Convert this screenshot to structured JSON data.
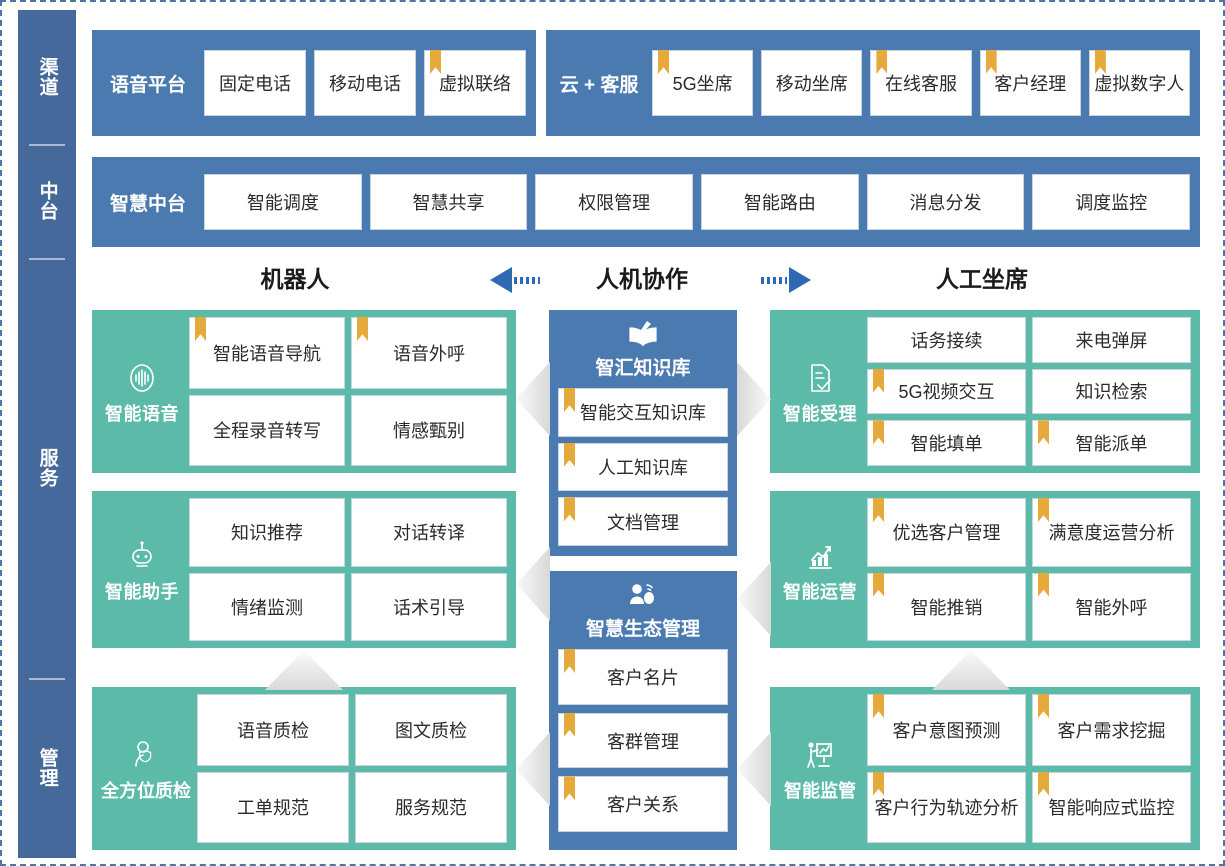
{
  "sidebar": {
    "sections": [
      {
        "label": "渠道",
        "name": "channel"
      },
      {
        "label": "中台",
        "name": "middle-platform"
      },
      {
        "label": "服务",
        "name": "service"
      },
      {
        "label": "管理",
        "name": "management"
      }
    ]
  },
  "bands": [
    {
      "id": "voice-platform",
      "title": "语音平台",
      "cells": [
        {
          "label": "固定电话",
          "bookmark": false
        },
        {
          "label": "移动电话",
          "bookmark": false
        },
        {
          "label": "虚拟联络",
          "bookmark": true
        }
      ]
    },
    {
      "id": "cloud-service",
      "title": "云 + 客服",
      "cells": [
        {
          "label": "5G坐席",
          "bookmark": true
        },
        {
          "label": "移动坐席",
          "bookmark": false
        },
        {
          "label": "在线客服",
          "bookmark": true
        },
        {
          "label": "客户经理",
          "bookmark": true
        },
        {
          "label": "虚拟数字人",
          "bookmark": true
        }
      ]
    },
    {
      "id": "mid-platform",
      "title": "智慧中台",
      "cells": [
        {
          "label": "智能调度",
          "bookmark": false
        },
        {
          "label": "智慧共享",
          "bookmark": false
        },
        {
          "label": "权限管理",
          "bookmark": false
        },
        {
          "label": "智能路由",
          "bookmark": false
        },
        {
          "label": "消息分发",
          "bookmark": false
        },
        {
          "label": "调度监控",
          "bookmark": false
        }
      ]
    }
  ],
  "column_headers": {
    "robot": "机器人",
    "collaboration": "人机协作",
    "agent": "人工坐席"
  },
  "service_blocks": {
    "voice": {
      "title": "智能语音",
      "icon": "voice-waveform-icon",
      "cells": [
        {
          "label": "智能语音导航",
          "bookmark": true
        },
        {
          "label": "语音外呼",
          "bookmark": true
        },
        {
          "label": "全程录音转写",
          "bookmark": false
        },
        {
          "label": "情感甄别",
          "bookmark": false
        }
      ]
    },
    "assistant": {
      "title": "智能助手",
      "icon": "robot-icon",
      "cells": [
        {
          "label": "知识推荐",
          "bookmark": false
        },
        {
          "label": "对话转译",
          "bookmark": false
        },
        {
          "label": "情绪监测",
          "bookmark": false
        },
        {
          "label": "话术引导",
          "bookmark": false
        }
      ]
    },
    "quality": {
      "title": "全方位质检",
      "icon": "person-shield-icon",
      "cells": [
        {
          "label": "语音质检",
          "bookmark": false
        },
        {
          "label": "图文质检",
          "bookmark": false
        },
        {
          "label": "工单规范",
          "bookmark": false
        },
        {
          "label": "服务规范",
          "bookmark": false
        }
      ]
    },
    "acceptance": {
      "title": "智能受理",
      "icon": "document-check-icon",
      "cells": [
        {
          "label": "话务接续",
          "bookmark": false
        },
        {
          "label": "来电弹屏",
          "bookmark": false
        },
        {
          "label": "5G视频交互",
          "bookmark": true
        },
        {
          "label": "知识检索",
          "bookmark": false
        },
        {
          "label": "智能填单",
          "bookmark": true
        },
        {
          "label": "智能派单",
          "bookmark": true
        }
      ]
    },
    "operation": {
      "title": "智能运营",
      "icon": "chart-growth-icon",
      "cells": [
        {
          "label": "优选客户管理",
          "bookmark": true
        },
        {
          "label": "满意度运营分析",
          "bookmark": true
        },
        {
          "label": "智能推销",
          "bookmark": true
        },
        {
          "label": "智能外呼",
          "bookmark": true
        }
      ]
    },
    "supervision": {
      "title": "智能监管",
      "icon": "presenter-board-icon",
      "cells": [
        {
          "label": "客户意图预测",
          "bookmark": true
        },
        {
          "label": "客户需求挖掘",
          "bookmark": true
        },
        {
          "label": "客户行为轨迹分析",
          "bookmark": true
        },
        {
          "label": "智能响应式监控",
          "bookmark": true
        }
      ]
    }
  },
  "center_blocks": {
    "knowledge": {
      "title": "智汇知识库",
      "icon": "open-book-icon",
      "cells": [
        {
          "label": "智能交互知识库",
          "bookmark": true
        },
        {
          "label": "人工知识库",
          "bookmark": true
        },
        {
          "label": "文档管理",
          "bookmark": true
        }
      ]
    },
    "ecology": {
      "title": "智慧生态管理",
      "icon": "person-network-icon",
      "cells": [
        {
          "label": "客户名片",
          "bookmark": true
        },
        {
          "label": "客群管理",
          "bookmark": true
        },
        {
          "label": "客户关系",
          "bookmark": true
        }
      ]
    }
  },
  "colors": {
    "sidebar_blue": "#44699a",
    "band_blue": "#4a7ab0",
    "service_teal": "#5cbaa9",
    "bookmark_gold": "#e6a93b",
    "arrow_blue": "#2f69b3",
    "border_dashed": "#4a76a8"
  }
}
